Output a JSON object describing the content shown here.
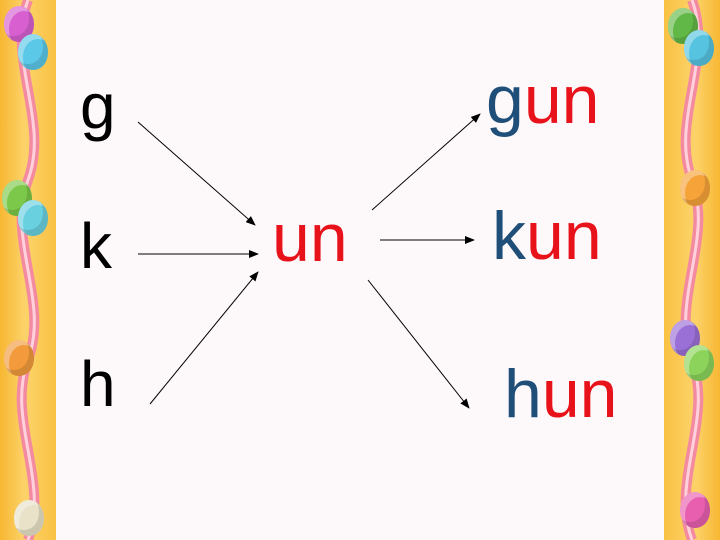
{
  "slide": {
    "initials": [
      "g",
      "k",
      "h"
    ],
    "final": "un",
    "results": [
      {
        "initial": "g",
        "final": "un"
      },
      {
        "initial": "k",
        "final": "un"
      },
      {
        "initial": "h",
        "final": "un"
      }
    ]
  },
  "colors": {
    "initial_in_result": "#1f4e79",
    "final": "#e8121b",
    "standalone_initial": "#000000"
  },
  "decoration": {
    "border_icons": [
      "balloon-icon",
      "ribbon"
    ]
  }
}
